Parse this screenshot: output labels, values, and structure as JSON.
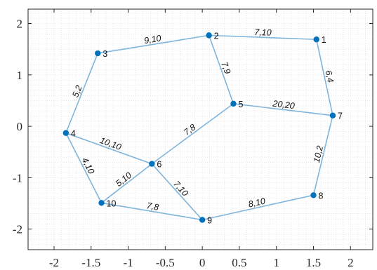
{
  "chart_data": {
    "type": "scatter",
    "subtype": "graph-plot",
    "title": "",
    "xlabel": "",
    "ylabel": "",
    "xlim": [
      -2.35,
      2.3
    ],
    "ylim": [
      -2.4,
      2.28
    ],
    "grid": "minor",
    "x_ticks": [
      {
        "value": -2,
        "label": "-2"
      },
      {
        "value": -1.5,
        "label": "-1.5"
      },
      {
        "value": -1,
        "label": "-1"
      },
      {
        "value": -0.5,
        "label": "-0.5"
      },
      {
        "value": 0,
        "label": "0"
      },
      {
        "value": 0.5,
        "label": "0.5"
      },
      {
        "value": 1,
        "label": "1"
      },
      {
        "value": 1.5,
        "label": "1.5"
      },
      {
        "value": 2,
        "label": "2"
      }
    ],
    "y_ticks": [
      {
        "value": 2,
        "label": "2"
      },
      {
        "value": 1,
        "label": "1"
      },
      {
        "value": 0,
        "label": "0"
      },
      {
        "value": -1,
        "label": "-1"
      },
      {
        "value": -2,
        "label": "-2"
      }
    ],
    "nodes": [
      {
        "id": "1",
        "x": 1.54,
        "y": 1.69
      },
      {
        "id": "2",
        "x": 0.09,
        "y": 1.77
      },
      {
        "id": "3",
        "x": -1.41,
        "y": 1.42
      },
      {
        "id": "4",
        "x": -1.84,
        "y": -0.13
      },
      {
        "id": "5",
        "x": 0.42,
        "y": 0.44
      },
      {
        "id": "6",
        "x": -0.68,
        "y": -0.73
      },
      {
        "id": "7",
        "x": 1.76,
        "y": 0.21
      },
      {
        "id": "8",
        "x": 1.5,
        "y": -1.34
      },
      {
        "id": "9",
        "x": 0.0,
        "y": -1.82
      },
      {
        "id": "10",
        "x": -1.36,
        "y": -1.49
      }
    ],
    "edges": [
      {
        "source": "2",
        "target": "1",
        "label": "7,10"
      },
      {
        "source": "3",
        "target": "2",
        "label": "9,10"
      },
      {
        "source": "2",
        "target": "5",
        "label": "7,9"
      },
      {
        "source": "1",
        "target": "7",
        "label": "6,4"
      },
      {
        "source": "4",
        "target": "3",
        "label": "5,2"
      },
      {
        "source": "5",
        "target": "7",
        "label": "20,20"
      },
      {
        "source": "6",
        "target": "5",
        "label": "7,8"
      },
      {
        "source": "4",
        "target": "6",
        "label": "10,10"
      },
      {
        "source": "7",
        "target": "8",
        "label": "10,2"
      },
      {
        "source": "4",
        "target": "10",
        "label": "4,10"
      },
      {
        "source": "10",
        "target": "6",
        "label": "5,10"
      },
      {
        "source": "6",
        "target": "9",
        "label": "7,10"
      },
      {
        "source": "10",
        "target": "9",
        "label": "7,8"
      },
      {
        "source": "9",
        "target": "8",
        "label": "8,10"
      }
    ],
    "colors": {
      "node": "#0072BD",
      "edge": "#7fb5dc",
      "axis": "#262626",
      "grid": "#d9d9d9"
    }
  }
}
